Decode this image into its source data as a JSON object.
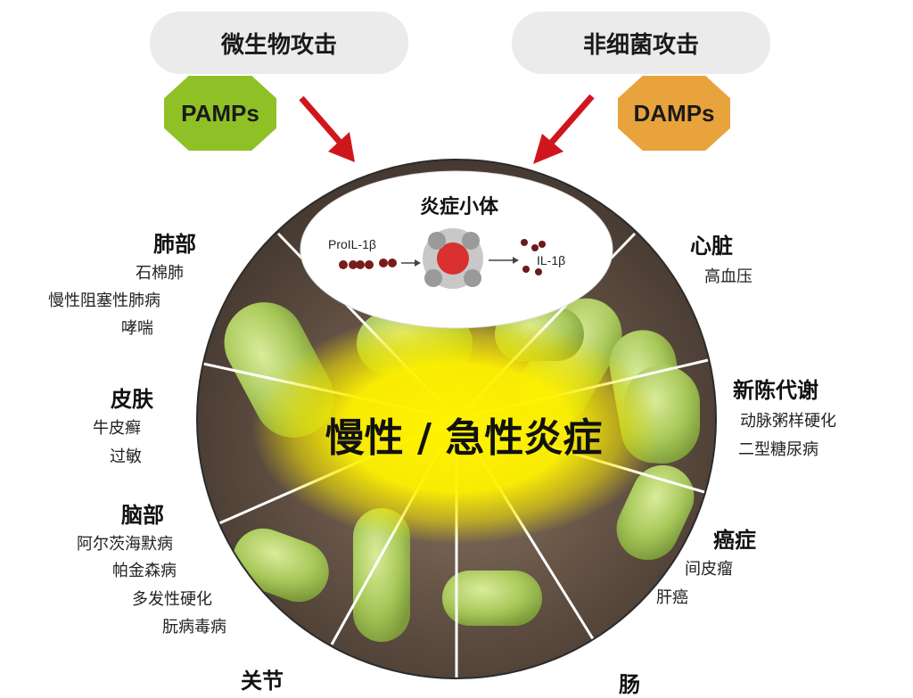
{
  "triggers": {
    "microbial": {
      "label": "微生物攻击",
      "badge": "PAMPs",
      "badge_color": "#8fc126"
    },
    "non_bacterial": {
      "label": "非细菌攻击",
      "badge": "DAMPs",
      "badge_color": "#e8a33d"
    }
  },
  "inflammasome": {
    "title": "炎症小体",
    "input_label": "ProIL-1β",
    "output_label": "IL-1β"
  },
  "center_label": "慢性 / 急性炎症",
  "organs": {
    "lung": {
      "name": "肺部",
      "diseases": [
        "石棉肺",
        "慢性阻塞性肺病",
        "哮喘"
      ]
    },
    "skin": {
      "name": "皮肤",
      "diseases": [
        "牛皮癣",
        "过敏"
      ]
    },
    "brain": {
      "name": "脑部",
      "diseases": [
        "阿尔茨海默病",
        "帕金森病",
        "多发性硬化",
        "朊病毒病"
      ]
    },
    "joint": {
      "name": "关节",
      "diseases": []
    },
    "heart": {
      "name": "心脏",
      "diseases": [
        "高血压"
      ]
    },
    "metabolism": {
      "name": "新陈代谢",
      "diseases": [
        "动脉粥样硬化",
        "二型糖尿病"
      ]
    },
    "cancer": {
      "name": "癌症",
      "diseases": [
        "间皮瘤",
        "肝癌"
      ]
    },
    "gut": {
      "name": "肠",
      "diseases": []
    }
  },
  "colors": {
    "arrow": "#d0161d",
    "glow": "#ffee00",
    "circle_border": "#2b2b2b"
  }
}
